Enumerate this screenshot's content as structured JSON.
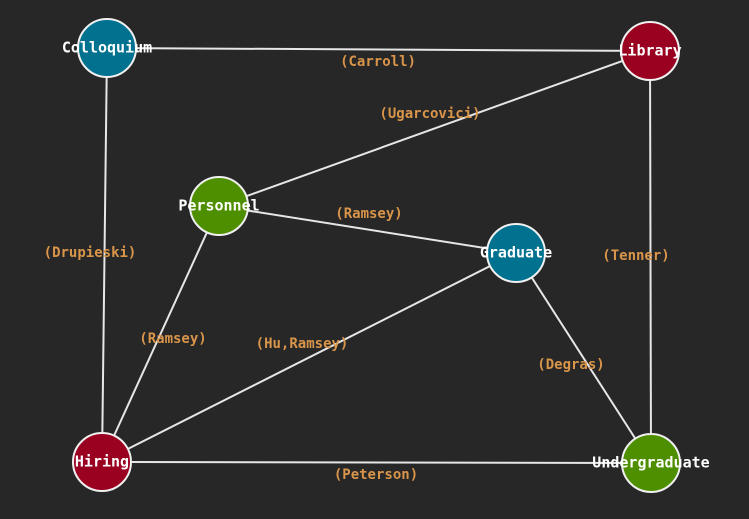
{
  "colors": {
    "background": "#272727",
    "teal": "#00718f",
    "red": "#9a0020",
    "green": "#4e8f00",
    "edge": "#e6e6e6",
    "edge_label": "#d9954a"
  },
  "nodes": [
    {
      "id": "colloquium",
      "label": "Colloquium",
      "color": "#00718f"
    },
    {
      "id": "library",
      "label": "Library",
      "color": "#9a0020"
    },
    {
      "id": "personnel",
      "label": "Personnel",
      "color": "#4e8f00"
    },
    {
      "id": "graduate",
      "label": "Graduate",
      "color": "#00718f"
    },
    {
      "id": "hiring",
      "label": "Hiring",
      "color": "#9a0020"
    },
    {
      "id": "undergraduate",
      "label": "Undergraduate",
      "color": "#4e8f00"
    }
  ],
  "edges": [
    {
      "from": "colloquium",
      "to": "library",
      "label": "(Carroll)"
    },
    {
      "from": "personnel",
      "to": "library",
      "label": "(Ugarcovici)"
    },
    {
      "from": "personnel",
      "to": "graduate",
      "label": "(Ramsey)"
    },
    {
      "from": "colloquium",
      "to": "hiring",
      "label": "(Drupieski)"
    },
    {
      "from": "library",
      "to": "undergraduate",
      "label": "(Tenner)"
    },
    {
      "from": "personnel",
      "to": "hiring",
      "label": "(Ramsey)"
    },
    {
      "from": "graduate",
      "to": "hiring",
      "label": "(Hu,Ramsey)"
    },
    {
      "from": "graduate",
      "to": "undergraduate",
      "label": "(Degras)"
    },
    {
      "from": "hiring",
      "to": "undergraduate",
      "label": "(Peterson)"
    }
  ]
}
